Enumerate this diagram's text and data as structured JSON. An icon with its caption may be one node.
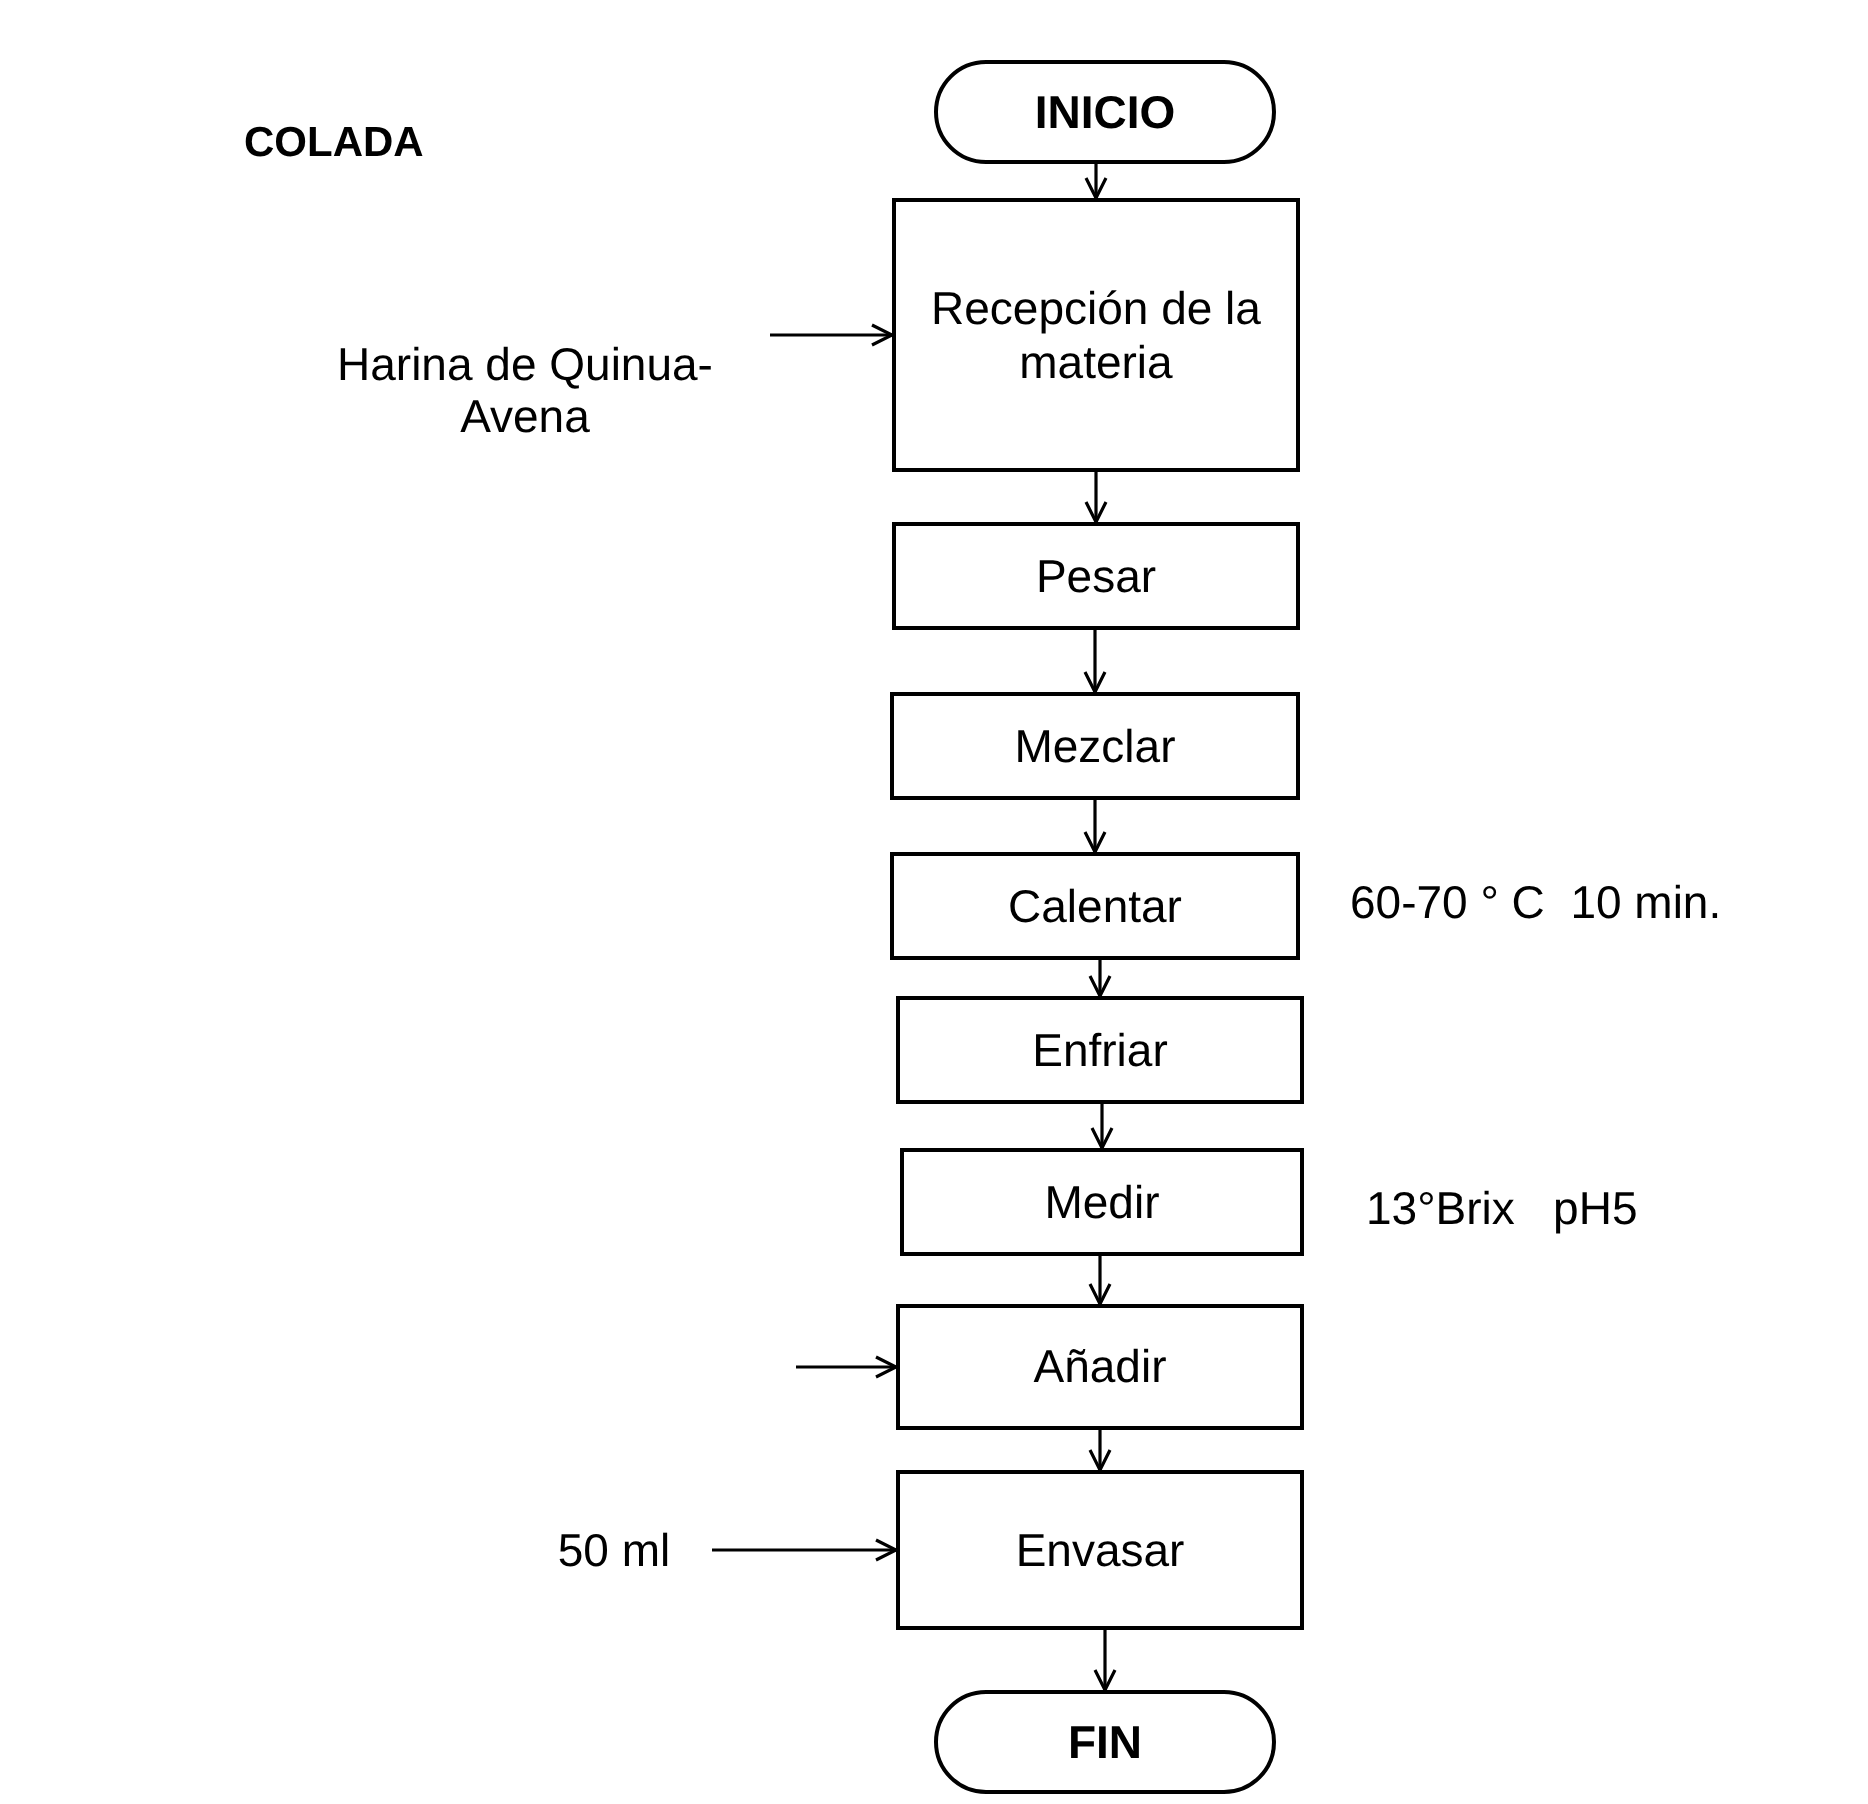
{
  "diagram": {
    "title": "COLADA",
    "nodes": [
      {
        "text": [
          "INICIO"
        ]
      },
      {
        "text": [
          "Harina de Quinua-Avena"
        ]
      },
      {
        "text": [
          "Recepción de la materia"
        ]
      },
      {
        "text": [
          "Pesar"
        ]
      },
      {
        "text": [
          "Mezclar"
        ]
      },
      {
        "text": [
          "Calentar"
        ],
        "beside": [
          "60-70 ° C  10 min."
        ]
      },
      {
        "text": [
          "Enfriar"
        ]
      },
      {
        "text": [
          "Medir"
        ],
        "beside": [
          "13°Brix   pH5"
        ]
      },
      {
        "text": [
          "Añadir"
        ]
      },
      {
        "text": [
          "50 ml"
        ]
      },
      {
        "text": [
          "Envasar"
        ]
      },
      {
        "text": [
          "FIN"
        ]
      }
    ],
    "edges": [
      {
        "from": 0,
        "to": 2,
        "arrow": "to"
      },
      {
        "from": 1,
        "to": 2,
        "arrow": "to"
      },
      {
        "from": 2,
        "to": 3,
        "arrow": "to"
      },
      {
        "from": 3,
        "to": 4,
        "arrow": "to"
      },
      {
        "from": 4,
        "to": 5,
        "arrow": "to"
      },
      {
        "from": 5,
        "to": 6,
        "arrow": "to"
      },
      {
        "from": 6,
        "to": 7,
        "arrow": "to"
      },
      {
        "from": 7,
        "to": 8,
        "arrow": "to"
      },
      {
        "from": null,
        "to": 8,
        "arrow": "to"
      },
      {
        "from": 8,
        "to": 10,
        "arrow": "to"
      },
      {
        "from": 9,
        "to": 10,
        "arrow": "to"
      },
      {
        "from": 10,
        "to": 11,
        "arrow": "to"
      }
    ]
  }
}
